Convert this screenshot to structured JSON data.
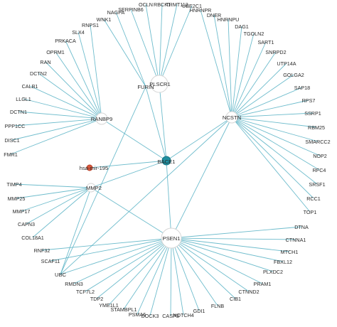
{
  "colors": {
    "edge": "#5fb5c7",
    "hub_fill": "#ffffff",
    "hub_stroke": "#d6d6d6",
    "center_node": "#1f8fa0",
    "mirna_node": "#d9573b"
  },
  "hubs": [
    {
      "id": "PLSCR1",
      "label": "PLSCR1"
    },
    {
      "id": "RANBP9",
      "label": "RANBP9"
    },
    {
      "id": "NCSTN",
      "label": "NCSTN"
    },
    {
      "id": "BACE1",
      "label": "BACE1"
    },
    {
      "id": "hsa-mir-195",
      "label": "hsa-mir-195"
    },
    {
      "id": "MMP2",
      "label": "MMP2"
    },
    {
      "id": "PSEN1",
      "label": "PSEN1"
    },
    {
      "id": "FURIN",
      "label": "FURIN"
    },
    {
      "id": "UBC",
      "label": "UBC"
    }
  ],
  "leaves": [
    {
      "label": "OCLN",
      "hub": "PLSCR1"
    },
    {
      "label": "RBCK1",
      "hub": "PLSCR1"
    },
    {
      "label": "TRMT112",
      "hub": "PLSCR1"
    },
    {
      "label": "UBE2C1",
      "hub": "PLSCR1"
    },
    {
      "label": "SERPINB6",
      "hub": "PLSCR1"
    },
    {
      "label": "NAGPA",
      "hub": "FURIN"
    },
    {
      "label": "WNK1",
      "hub": "FURIN"
    },
    {
      "label": "RNPS1",
      "hub": "RANBP9"
    },
    {
      "label": "SLX4",
      "hub": "RANBP9"
    },
    {
      "label": "PRKACA",
      "hub": "RANBP9"
    },
    {
      "label": "OPRM1",
      "hub": "RANBP9"
    },
    {
      "label": "RAN",
      "hub": "RANBP9"
    },
    {
      "label": "DCTN2",
      "hub": "RANBP9"
    },
    {
      "label": "CALB1",
      "hub": "RANBP9"
    },
    {
      "label": "LLGL1",
      "hub": "RANBP9"
    },
    {
      "label": "DCTN1",
      "hub": "RANBP9"
    },
    {
      "label": "PPP1CC",
      "hub": "RANBP9"
    },
    {
      "label": "DISC1",
      "hub": "RANBP9"
    },
    {
      "label": "FMR1",
      "hub": "RANBP9"
    },
    {
      "label": "HNRNPR",
      "hub": "NCSTN"
    },
    {
      "label": "DNER",
      "hub": "NCSTN"
    },
    {
      "label": "HNRNPU",
      "hub": "NCSTN"
    },
    {
      "label": "DAG1",
      "hub": "NCSTN"
    },
    {
      "label": "TGOLN2",
      "hub": "NCSTN"
    },
    {
      "label": "SART1",
      "hub": "NCSTN"
    },
    {
      "label": "SNRPD2",
      "hub": "NCSTN"
    },
    {
      "label": "UTP14A",
      "hub": "NCSTN"
    },
    {
      "label": "GOLGA2",
      "hub": "NCSTN"
    },
    {
      "label": "SAP18",
      "hub": "NCSTN"
    },
    {
      "label": "RPS7",
      "hub": "NCSTN"
    },
    {
      "label": "SSRP1",
      "hub": "NCSTN"
    },
    {
      "label": "RBM25",
      "hub": "NCSTN"
    },
    {
      "label": "SMARCC2",
      "hub": "NCSTN"
    },
    {
      "label": "NOP2",
      "hub": "NCSTN"
    },
    {
      "label": "RFC4",
      "hub": "NCSTN"
    },
    {
      "label": "SRSF1",
      "hub": "NCSTN"
    },
    {
      "label": "RCC1",
      "hub": "NCSTN"
    },
    {
      "label": "TOP1",
      "hub": "NCSTN"
    },
    {
      "label": "TIMP4",
      "hub": "MMP2"
    },
    {
      "label": "MMP25",
      "hub": "MMP2"
    },
    {
      "label": "MMP17",
      "hub": "MMP2"
    },
    {
      "label": "CAPN3",
      "hub": "MMP2"
    },
    {
      "label": "COL18A1",
      "hub": "MMP2"
    },
    {
      "label": "RNF32",
      "hub": "PSEN1"
    },
    {
      "label": "SCAF11",
      "hub": "PSEN1"
    },
    {
      "label": "RMDN3",
      "hub": "PSEN1"
    },
    {
      "label": "TCF7L2",
      "hub": "PSEN1"
    },
    {
      "label": "TDP2",
      "hub": "PSEN1"
    },
    {
      "label": "YME1L1",
      "hub": "PSEN1"
    },
    {
      "label": "STAMBPL1",
      "hub": "PSEN1"
    },
    {
      "label": "PSMA6",
      "hub": "PSEN1"
    },
    {
      "label": "DOCK3",
      "hub": "PSEN1"
    },
    {
      "label": "CASP3",
      "hub": "PSEN1"
    },
    {
      "label": "NOTCH4",
      "hub": "PSEN1"
    },
    {
      "label": "GDI1",
      "hub": "PSEN1"
    },
    {
      "label": "FLNB",
      "hub": "PSEN1"
    },
    {
      "label": "CIB1",
      "hub": "PSEN1"
    },
    {
      "label": "CTNND2",
      "hub": "PSEN1"
    },
    {
      "label": "PRAM1",
      "hub": "PSEN1"
    },
    {
      "label": "PLXDC2",
      "hub": "PSEN1"
    },
    {
      "label": "FBXL12",
      "hub": "PSEN1"
    },
    {
      "label": "MTCH1",
      "hub": "PSEN1"
    },
    {
      "label": "CTNNA1",
      "hub": "PSEN1"
    },
    {
      "label": "DTNA",
      "hub": "PSEN1"
    }
  ],
  "hub_links": [
    [
      "BACE1",
      "RANBP9"
    ],
    [
      "BACE1",
      "NCSTN"
    ],
    [
      "BACE1",
      "PLSCR1"
    ],
    [
      "BACE1",
      "FURIN"
    ],
    [
      "BACE1",
      "hsa-mir-195"
    ],
    [
      "BACE1",
      "MMP2"
    ],
    [
      "BACE1",
      "PSEN1"
    ],
    [
      "MMP2",
      "UBC"
    ],
    [
      "MMP2",
      "PSEN1"
    ],
    [
      "FURIN",
      "UBC"
    ],
    [
      "NCSTN",
      "UBC"
    ],
    [
      "NCSTN",
      "PSEN1"
    ],
    [
      "PSEN1",
      "UBC"
    ]
  ]
}
